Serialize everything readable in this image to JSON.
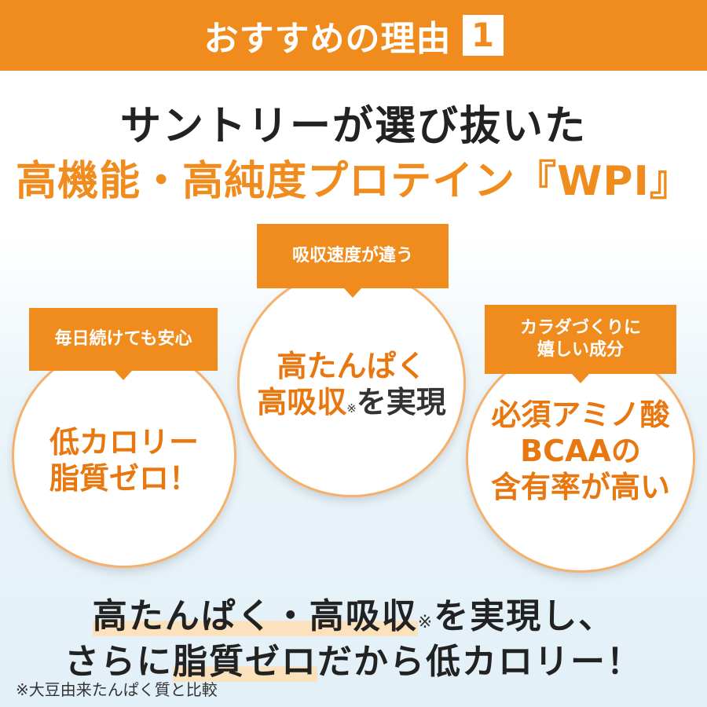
{
  "banner": {
    "title": "おすすめの理由",
    "number": "1"
  },
  "headline": {
    "line1": "サントリーが選び抜いた",
    "line2": "高機能・高純度プロテイン『WPI』"
  },
  "circles": [
    {
      "tag": "毎日続けても安心",
      "line1": "低カロリー",
      "line2": "脂質ゼロ！"
    },
    {
      "tag": "吸収速度が違う",
      "line1": "高たんぱく",
      "line2a": "高吸収",
      "mark": "※",
      "line2b": "を実現"
    },
    {
      "tag_line1": "カラダづくりに",
      "tag_line2": "嬉しい成分",
      "line1": "必須アミノ酸",
      "line2": "BCAAの",
      "line3": "含有率が高い"
    }
  ],
  "summary": {
    "line1a": "高たんぱく・高吸収",
    "mark": "※",
    "line1b": "を実現し、",
    "line2a": "さらに",
    "line2b": "脂質ゼロ",
    "line2c": "だから低カロリー！"
  },
  "footnote": "※大豆由来たんぱく質と比較",
  "colors": {
    "accent": "#f08c1e",
    "text": "#222222",
    "highlight": "#fbe2bd"
  }
}
